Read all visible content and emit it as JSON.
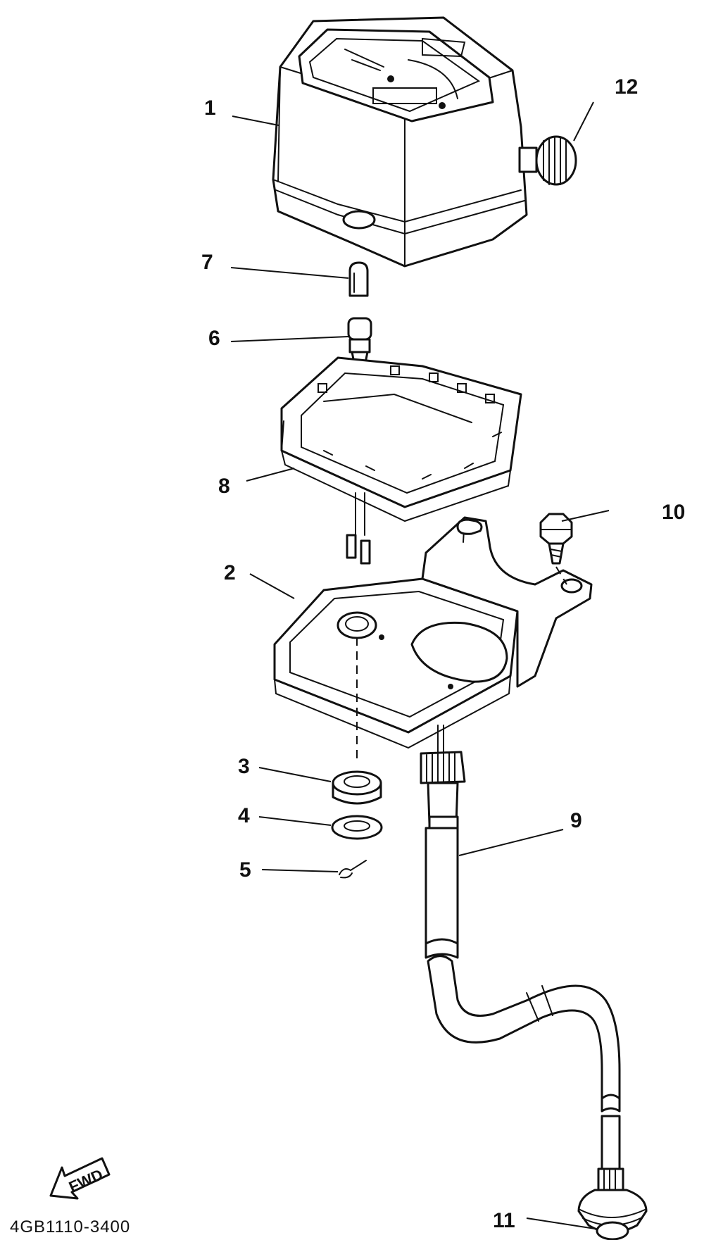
{
  "diagram": {
    "callouts": [
      {
        "id": "1",
        "label": "1"
      },
      {
        "id": "2",
        "label": "2"
      },
      {
        "id": "3",
        "label": "3"
      },
      {
        "id": "4",
        "label": "4"
      },
      {
        "id": "5",
        "label": "5"
      },
      {
        "id": "6",
        "label": "6"
      },
      {
        "id": "7",
        "label": "7"
      },
      {
        "id": "8",
        "label": "8"
      },
      {
        "id": "9",
        "label": "9"
      },
      {
        "id": "10",
        "label": "10"
      },
      {
        "id": "11",
        "label": "11"
      },
      {
        "id": "12",
        "label": "12"
      }
    ],
    "direction_label": "FWD",
    "drawing_code": "4GB1110-3400"
  }
}
